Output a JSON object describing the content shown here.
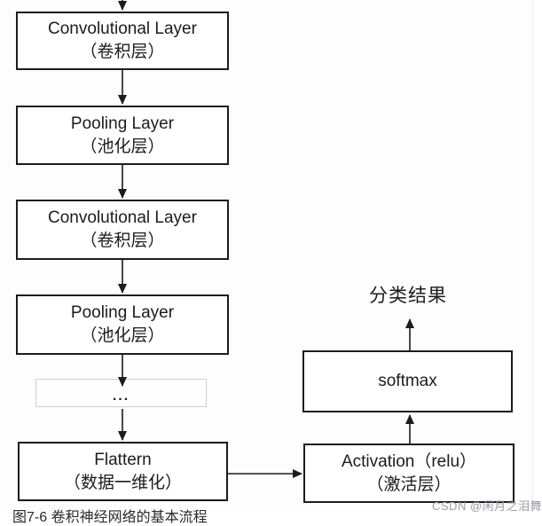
{
  "nodes": {
    "conv1": {
      "line1": "Convolutional Layer",
      "line2": "（卷积层）"
    },
    "pool1": {
      "line1": "Pooling Layer",
      "line2": "（池化层）"
    },
    "conv2": {
      "line1": "Convolutional Layer",
      "line2": "（卷积层）"
    },
    "pool2": {
      "line1": "Pooling Layer",
      "line2": "（池化层）"
    },
    "ellipsis": {
      "line1": "..."
    },
    "flattern": {
      "line1": "Flattern",
      "line2": "（数据一维化）"
    },
    "activation": {
      "line1": "Activation（relu）",
      "line2": "（激活层）"
    },
    "softmax": {
      "line1": "softmax"
    }
  },
  "labels": {
    "result": "分类结果",
    "caption": "图7-6 卷积神经网络的基本流程",
    "watermark": "CSDN @闲月之泪舞"
  },
  "colors": {
    "line": "#1c1c1c",
    "box_border": "#1c1c1c",
    "ellipsis_border": "#cfcfcf",
    "watermark": "#9b9ea8",
    "background": "#fdfdfd"
  }
}
